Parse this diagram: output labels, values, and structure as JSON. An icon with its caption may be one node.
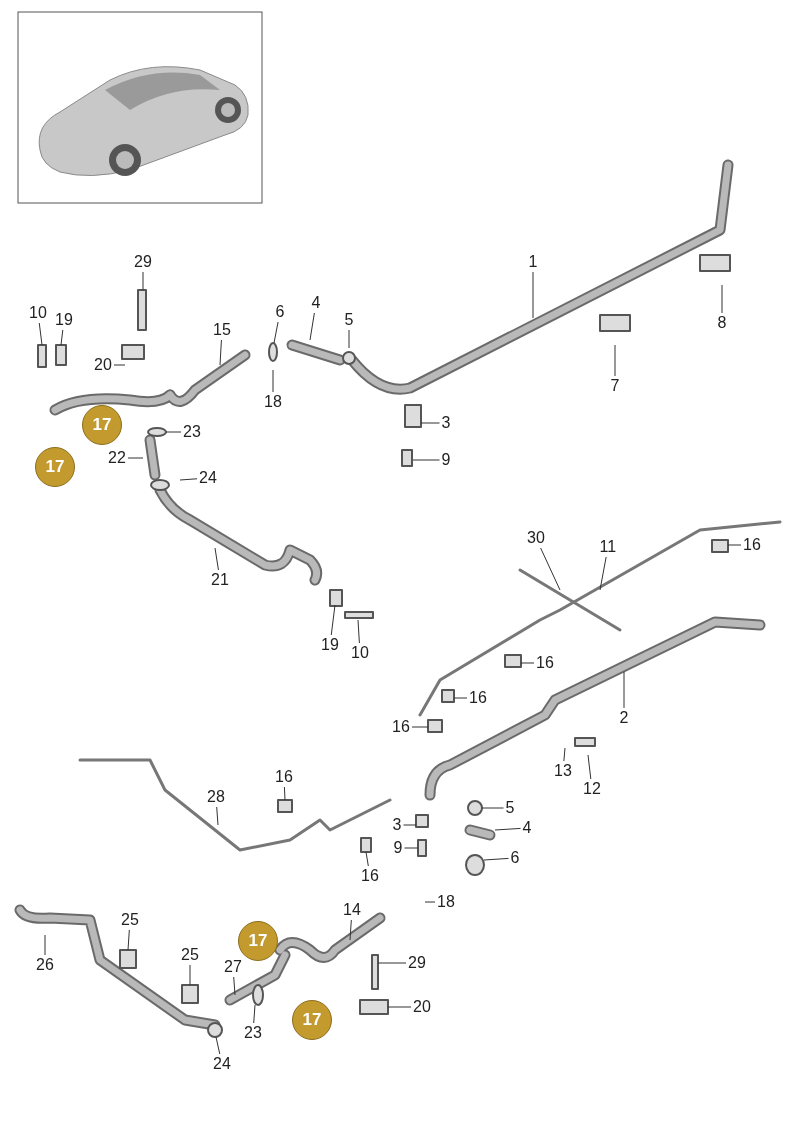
{
  "diagram": {
    "nodes": [
      {
        "text": [
          "29"
        ]
      },
      {
        "text": [
          "1"
        ]
      },
      {
        "text": [
          "4"
        ]
      },
      {
        "text": [
          "6"
        ]
      },
      {
        "text": [
          "5"
        ]
      },
      {
        "text": [
          "10"
        ]
      },
      {
        "text": [
          "19"
        ]
      },
      {
        "text": [
          "15"
        ]
      },
      {
        "text": [
          "8"
        ]
      },
      {
        "text": [
          "20"
        ]
      },
      {
        "text": [
          "7"
        ]
      },
      {
        "text": [
          "18"
        ]
      },
      {
        "text": [
          "3"
        ]
      },
      {
        "text": [
          "17"
        ]
      },
      {
        "text": [
          "23"
        ]
      },
      {
        "text": [
          "17"
        ]
      },
      {
        "text": [
          "22"
        ]
      },
      {
        "text": [
          "9"
        ]
      },
      {
        "text": [
          "24"
        ]
      },
      {
        "text": [
          "30"
        ]
      },
      {
        "text": [
          "11"
        ]
      },
      {
        "text": [
          "16"
        ]
      },
      {
        "text": [
          "21"
        ]
      },
      {
        "text": [
          "19"
        ]
      },
      {
        "text": [
          "10"
        ]
      },
      {
        "text": [
          "16"
        ]
      },
      {
        "text": [
          "16"
        ]
      },
      {
        "text": [
          "2"
        ]
      },
      {
        "text": [
          "16"
        ]
      },
      {
        "text": [
          "13"
        ]
      },
      {
        "text": [
          "12"
        ]
      },
      {
        "text": [
          "16"
        ]
      },
      {
        "text": [
          "28"
        ]
      },
      {
        "text": [
          "5"
        ]
      },
      {
        "text": [
          "3"
        ]
      },
      {
        "text": [
          "4"
        ]
      },
      {
        "text": [
          "9"
        ]
      },
      {
        "text": [
          "6"
        ]
      },
      {
        "text": [
          "16"
        ]
      },
      {
        "text": [
          "18"
        ]
      },
      {
        "text": [
          "14"
        ]
      },
      {
        "text": [
          "25"
        ]
      },
      {
        "text": [
          "17"
        ]
      },
      {
        "text": [
          "25"
        ]
      },
      {
        "text": [
          "26"
        ]
      },
      {
        "text": [
          "29"
        ]
      },
      {
        "text": [
          "27"
        ]
      },
      {
        "text": [
          "20"
        ]
      },
      {
        "text": [
          "17"
        ]
      },
      {
        "text": [
          "23"
        ]
      },
      {
        "text": [
          "24"
        ]
      }
    ],
    "edges": [
      {
        "from": 0,
        "to": null,
        "arrow": "none"
      },
      {
        "from": 1,
        "to": null,
        "arrow": "none"
      },
      {
        "from": 2,
        "to": null,
        "arrow": "none"
      },
      {
        "from": 3,
        "to": null,
        "arrow": "none"
      },
      {
        "from": 4,
        "to": null,
        "arrow": "none"
      },
      {
        "from": 5,
        "to": null,
        "arrow": "none"
      },
      {
        "from": 6,
        "to": null,
        "arrow": "none"
      },
      {
        "from": 7,
        "to": null,
        "arrow": "none"
      },
      {
        "from": 8,
        "to": null,
        "arrow": "none"
      },
      {
        "from": 9,
        "to": null,
        "arrow": "none"
      },
      {
        "from": 10,
        "to": null,
        "arrow": "none"
      },
      {
        "from": 11,
        "to": null,
        "arrow": "none"
      },
      {
        "from": 12,
        "to": null,
        "arrow": "none"
      },
      {
        "from": 14,
        "to": null,
        "arrow": "none"
      },
      {
        "from": 16,
        "to": null,
        "arrow": "none"
      },
      {
        "from": 17,
        "to": null,
        "arrow": "none"
      },
      {
        "from": 18,
        "to": null,
        "arrow": "none"
      },
      {
        "from": 19,
        "to": null,
        "arrow": "none"
      },
      {
        "from": 20,
        "to": null,
        "arrow": "none"
      },
      {
        "from": 21,
        "to": null,
        "arrow": "none"
      },
      {
        "from": 22,
        "to": null,
        "arrow": "none"
      },
      {
        "from": 23,
        "to": null,
        "arrow": "none"
      },
      {
        "from": 24,
        "to": null,
        "arrow": "none"
      },
      {
        "from": 25,
        "to": null,
        "arrow": "none"
      },
      {
        "from": 26,
        "to": null,
        "arrow": "none"
      },
      {
        "from": 27,
        "to": null,
        "arrow": "none"
      },
      {
        "from": 28,
        "to": null,
        "arrow": "none"
      },
      {
        "from": 29,
        "to": null,
        "arrow": "none"
      },
      {
        "from": 30,
        "to": null,
        "arrow": "none"
      },
      {
        "from": 31,
        "to": null,
        "arrow": "none"
      },
      {
        "from": 32,
        "to": null,
        "arrow": "none"
      },
      {
        "from": 33,
        "to": null,
        "arrow": "none"
      },
      {
        "from": 34,
        "to": null,
        "arrow": "none"
      },
      {
        "from": 35,
        "to": null,
        "arrow": "none"
      },
      {
        "from": 36,
        "to": null,
        "arrow": "none"
      },
      {
        "from": 37,
        "to": null,
        "arrow": "none"
      },
      {
        "from": 38,
        "to": null,
        "arrow": "none"
      },
      {
        "from": 39,
        "to": null,
        "arrow": "none"
      },
      {
        "from": 40,
        "to": null,
        "arrow": "none"
      },
      {
        "from": 41,
        "to": null,
        "arrow": "none"
      },
      {
        "from": 43,
        "to": null,
        "arrow": "none"
      },
      {
        "from": 44,
        "to": null,
        "arrow": "none"
      },
      {
        "from": 45,
        "to": null,
        "arrow": "none"
      },
      {
        "from": 46,
        "to": null,
        "arrow": "none"
      },
      {
        "from": 47,
        "to": null,
        "arrow": "none"
      },
      {
        "from": 49,
        "to": null,
        "arrow": "none"
      },
      {
        "from": 50,
        "to": null,
        "arrow": "none"
      }
    ]
  }
}
